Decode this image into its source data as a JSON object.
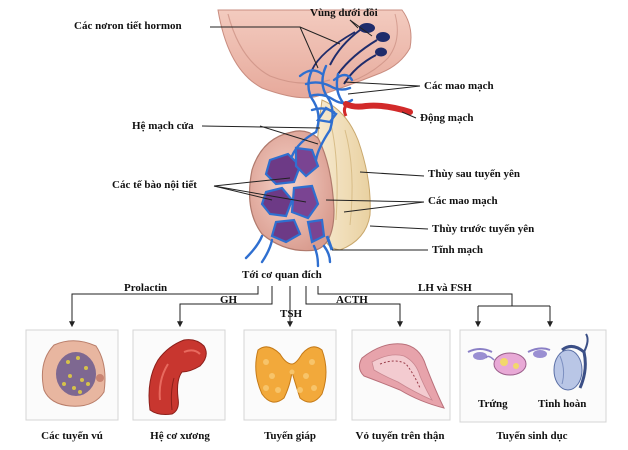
{
  "labels": {
    "hypothalamus": "Vùng dưới đồi",
    "neurons": "Các nơron tiết hormon",
    "capillaries_top": "Các mao mạch",
    "artery": "Động mạch",
    "portal": "Hệ mạch cửa",
    "posterior_lobe": "Thùy sau tuyến yên",
    "endocrine_cells": "Các tế bào nội tiết",
    "capillaries_mid": "Các mao mạch",
    "anterior_lobe": "Thùy trước tuyến yên",
    "vein": "Tĩnh mạch",
    "to_target": "Tới cơ quan đích"
  },
  "hormones": {
    "prolactin": "Prolactin",
    "gh": "GH",
    "tsh": "TSH",
    "acth": "ACTH",
    "lh_fsh": "LH và FSH"
  },
  "targets": {
    "mammary": "Các tuyến vú",
    "muscle": "Hệ cơ xương",
    "thyroid": "Tuyến giáp",
    "adrenal": "Vỏ tuyến trên thận",
    "gonads": "Tuyến sinh dục",
    "ovary": "Trứng",
    "testis": "Tinh hoàn"
  },
  "colors": {
    "vessel_blue": "#2f6fd0",
    "artery_red": "#d22a2a",
    "tissue_pink": "#e8b6ab",
    "cell_purple": "#6d3a86",
    "posterior_cream": "#f1dfb4"
  }
}
